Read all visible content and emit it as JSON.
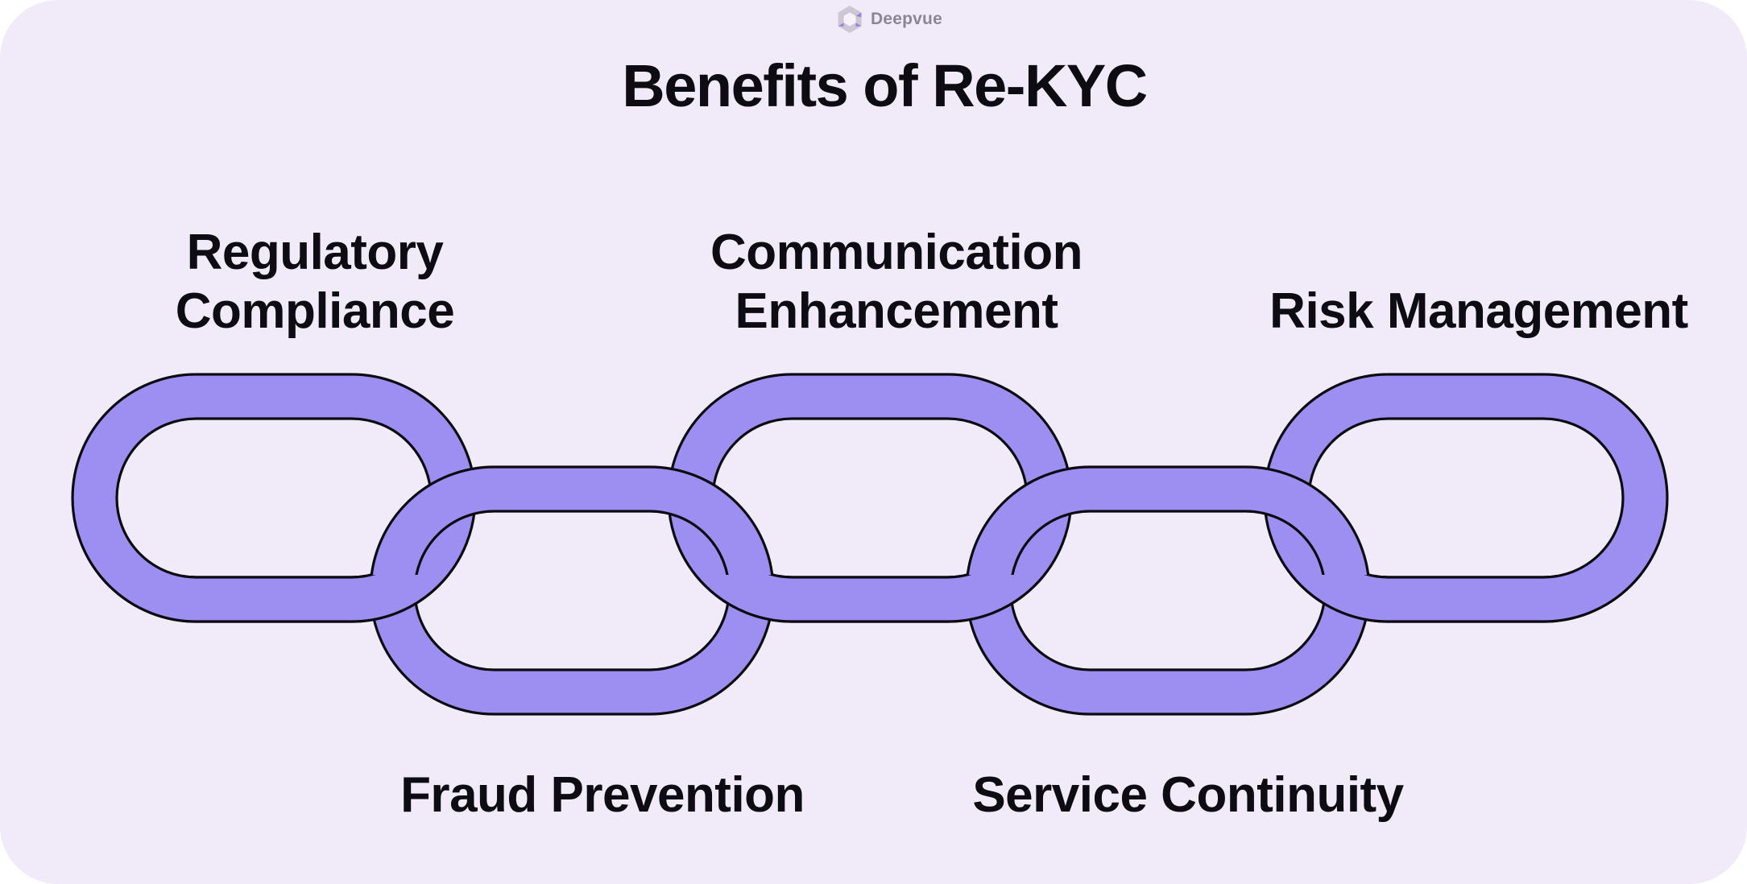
{
  "theme": {
    "page_bg": "#ffffff",
    "card_bg": "#F1EAF9",
    "chain_fill": "#9D8FF1",
    "chain_outline": "#0C0B11",
    "text_color": "#0D0C12",
    "logo_text_color": "#8B8693",
    "icon_gray": "#CCC7D3",
    "icon_inner": "#F6F1FB",
    "icon_purple": "#7C6EE4"
  },
  "logo": {
    "text": "Deepvue",
    "icon": "deepvue-hexagon-cube-icon"
  },
  "title": {
    "text": "Benefits of Re-KYC"
  },
  "chain": {
    "description": "Five interlocked chain links, three in the top row and two in the bottom row",
    "links": [
      {
        "id": 1,
        "row": "top",
        "label": "Regulatory Compliance"
      },
      {
        "id": 2,
        "row": "bottom",
        "label": "Fraud Prevention"
      },
      {
        "id": 3,
        "row": "top",
        "label": "Communication Enhancement"
      },
      {
        "id": 4,
        "row": "bottom",
        "label": "Service Continuity"
      },
      {
        "id": 5,
        "row": "top",
        "label": "Risk Management"
      }
    ]
  },
  "benefit_labels": [
    {
      "text": "Regulatory Compliance",
      "position": "top-left"
    },
    {
      "text": "Communication Enhancement",
      "position": "top-center"
    },
    {
      "text": "Risk Management",
      "position": "top-right"
    },
    {
      "text": "Fraud Prevention",
      "position": "bottom-left"
    },
    {
      "text": "Service Continuity",
      "position": "bottom-right"
    }
  ]
}
